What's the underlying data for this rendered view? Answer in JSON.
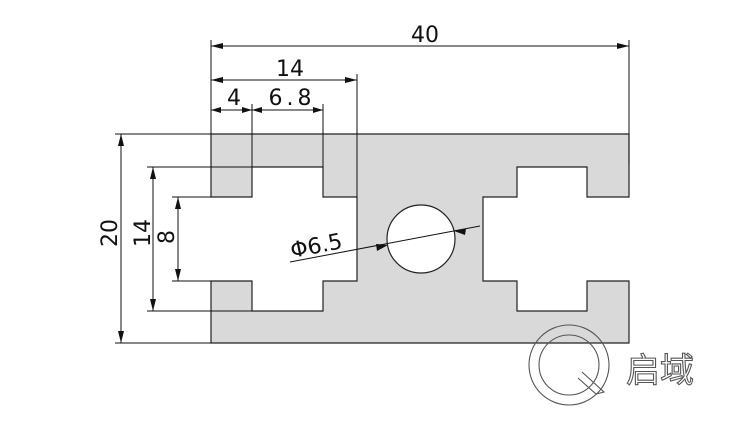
{
  "dimensions": {
    "overall_width": "40",
    "slot_pitch": "14",
    "slot_edge": "4",
    "slot_opening": "6.8",
    "overall_height": "20",
    "inner_height": "14",
    "slot_height": "8",
    "hole_diameter": "Φ6.5"
  },
  "watermark": {
    "text": "启域"
  },
  "colors": {
    "profile_fill": "#d9d9d9",
    "line": "#111111"
  }
}
